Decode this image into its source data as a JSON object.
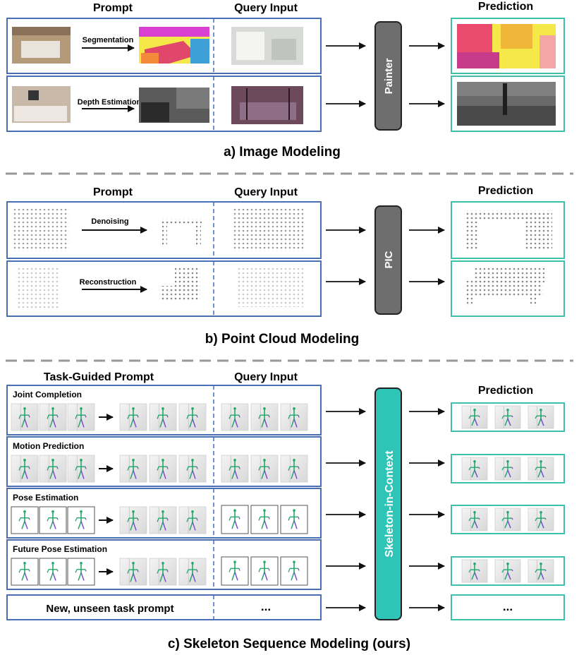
{
  "section_a": {
    "caption": "a) Image Modeling",
    "prompt_header": "Prompt",
    "query_header": "Query Input",
    "prediction_header": "Prediction",
    "model_label": "Painter",
    "rows": [
      {
        "task_label": "Segmentation"
      },
      {
        "task_label": "Depth Estimation"
      }
    ]
  },
  "section_b": {
    "caption": "b) Point Cloud Modeling",
    "prompt_header": "Prompt",
    "query_header": "Query Input",
    "prediction_header": "Prediction",
    "model_label": "PIC",
    "rows": [
      {
        "task_label": "Denoising"
      },
      {
        "task_label": "Reconstruction"
      }
    ]
  },
  "section_c": {
    "caption": "c) Skeleton Sequence Modeling (ours)",
    "prompt_header": "Task-Guided Prompt",
    "query_header": "Query Input",
    "prediction_header": "Prediction",
    "model_label": "Skeleton-in-Context",
    "rows": [
      {
        "task_label": "Joint Completion"
      },
      {
        "task_label": "Motion Prediction"
      },
      {
        "task_label": "Pose Estimation"
      },
      {
        "task_label": "Future Pose Estimation"
      }
    ],
    "new_task_label": "New, unseen task prompt",
    "new_query_ellipsis": "...",
    "new_prediction_ellipsis": "..."
  },
  "colors": {
    "prompt_border": "#4a6fb5",
    "prediction_border": "#3fbfaa",
    "model_gray": "#6e6e6e",
    "model_teal": "#2ec4b6",
    "separator": "#999999"
  }
}
